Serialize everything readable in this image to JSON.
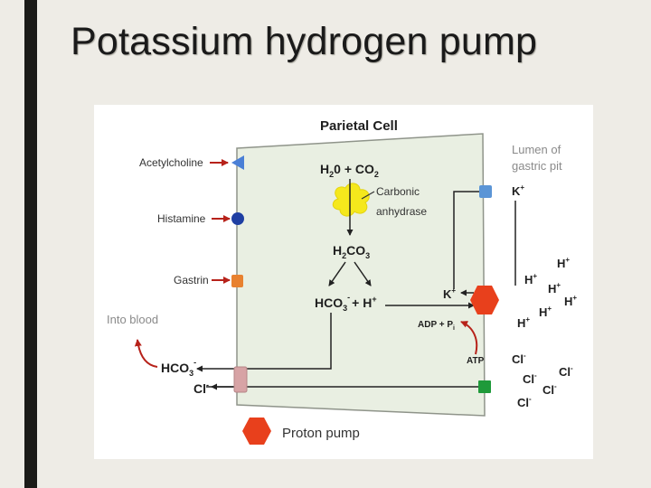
{
  "slide": {
    "title": "Potassium hydrogen pump"
  },
  "diagram": {
    "cell_title": "Parietal Cell",
    "lumen_label_line1": "Lumen of",
    "lumen_label_line2": "gastric pit",
    "receptors": {
      "acetylcholine": "Acetylcholine",
      "histamine": "Histamine",
      "gastrin": "Gastrin"
    },
    "into_blood": "Into blood",
    "equation": {
      "water": "H",
      "water_sub": "2",
      "water_rest": "0 + CO",
      "co2_sub": "2",
      "carbonic_acid_h": "H",
      "carbonic_acid_sub2": "2",
      "carbonic_acid_co": "CO",
      "carbonic_acid_sub3": "3",
      "bicarb": "HCO",
      "bicarb_sub": "3",
      "bicarb_sup": "-",
      "plus_h": "+  H",
      "plus_h_sup": "+"
    },
    "enzyme_line1": "Carbonic",
    "enzyme_line2": "anhydrase",
    "adp": "ADP + P",
    "adp_sub": "i",
    "atp": "ATP",
    "k_inside": "K",
    "k_outside": "K",
    "hco3_out": "HCO",
    "hco3_out_sub": "3",
    "hco3_out_sup": "-",
    "cl_in": "Cl",
    "cl_sup": "-",
    "h_ion": "H",
    "plus": "+",
    "cl_ion": "Cl",
    "minus": "-",
    "legend_label": "Proton pump",
    "colors": {
      "cell_fill": "#e9efe2",
      "cell_stroke": "#8f948a",
      "arrow_red": "#b7221a",
      "acetylcholine_receptor": "#4a7fd6",
      "histamine_receptor": "#1f3fa3",
      "gastrin_receptor": "#e8812f",
      "enzyme": "#f5e81c",
      "proton_pump": "#e8401c",
      "k_channel": "#5b95d6",
      "exchanger": "#d7a3a5",
      "cl_channel": "#1f9a3a"
    },
    "icons": {
      "acetylcholine_receptor": "triangle",
      "histamine_receptor": "circle",
      "gastrin_receptor": "rounded-square",
      "proton_pump": "hexagon",
      "carbonic_anhydrase": "blob"
    }
  }
}
